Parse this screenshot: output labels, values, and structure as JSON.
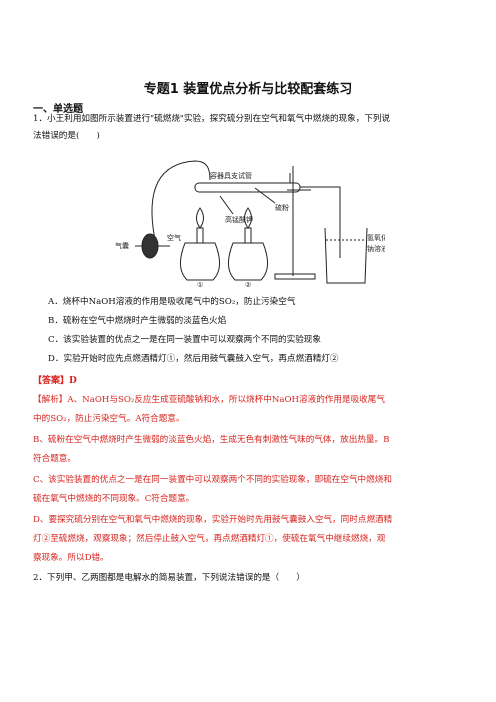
{
  "doc": {
    "title": "专题1 装置优点分析与比较配套练习",
    "section": "一、单选题",
    "q1": {
      "stem_line1": "1．小王利用如图所示装置进行\"硫燃烧\"实验，探究硫分别在空气和氧气中燃烧的现象，下列说",
      "stem_line2": "法错误的是(　　)",
      "figure": {
        "label_tube": "容器具支试管",
        "label_kmno4": "高锰酸钾",
        "label_sulfur": "硫粉",
        "label_bulb": "气囊",
        "label_air": "空气",
        "label_naoh_1": "氢氧化",
        "label_naoh_2": "钠溶液",
        "label_lamp1": "①",
        "label_lamp2": "②"
      },
      "options": {
        "A": "A．烧杯中NaOH溶液的作用是吸收尾气中的SO₂，防止污染空气",
        "B": "B．硫粉在空气中燃烧时产生微弱的淡蓝色火焰",
        "C": "C．该实验装置的优点之一是在同一装置中可以观察两个不同的实验现象",
        "D": "D．实验开始时应先点燃酒精灯①，然后用鼓气囊鼓入空气，再点燃酒精灯②"
      },
      "answer": "【答案】D",
      "analysis": {
        "l1": "【解析】A、NaOH与SO₂反应生成亚硫酸钠和水，所以烧杯中NaOH溶液的作用是吸收尾气",
        "l2": "中的SO₂，防止污染空气。A符合题意。",
        "l3": "B、硫粉在空气中燃烧时产生微弱的淡蓝色火焰，生成无色有刺激性气味的气体，放出热量。B",
        "l4": "符合题意。",
        "l5": "C、该实验装置的优点之一是在同一装置中可以观察两个不同的实验现象，即硫在空气中燃烧和",
        "l6": "硫在氧气中燃烧的不同现象。C符合题意。",
        "l7": "D、要探究硫分别在空气和氧气中燃烧的现象，实验开始时先用鼓气囊鼓入空气，同时点燃酒精",
        "l8": "灯②至硫燃烧，观察现象；然后停止鼓入空气，再点燃酒精灯①，使硫在氧气中继续燃烧，观",
        "l9": "察现象。所以D错。"
      }
    },
    "q2": {
      "stem": "2．下列甲、乙两图都是电解水的简易装置，下列说法错误的是（　　）"
    }
  }
}
